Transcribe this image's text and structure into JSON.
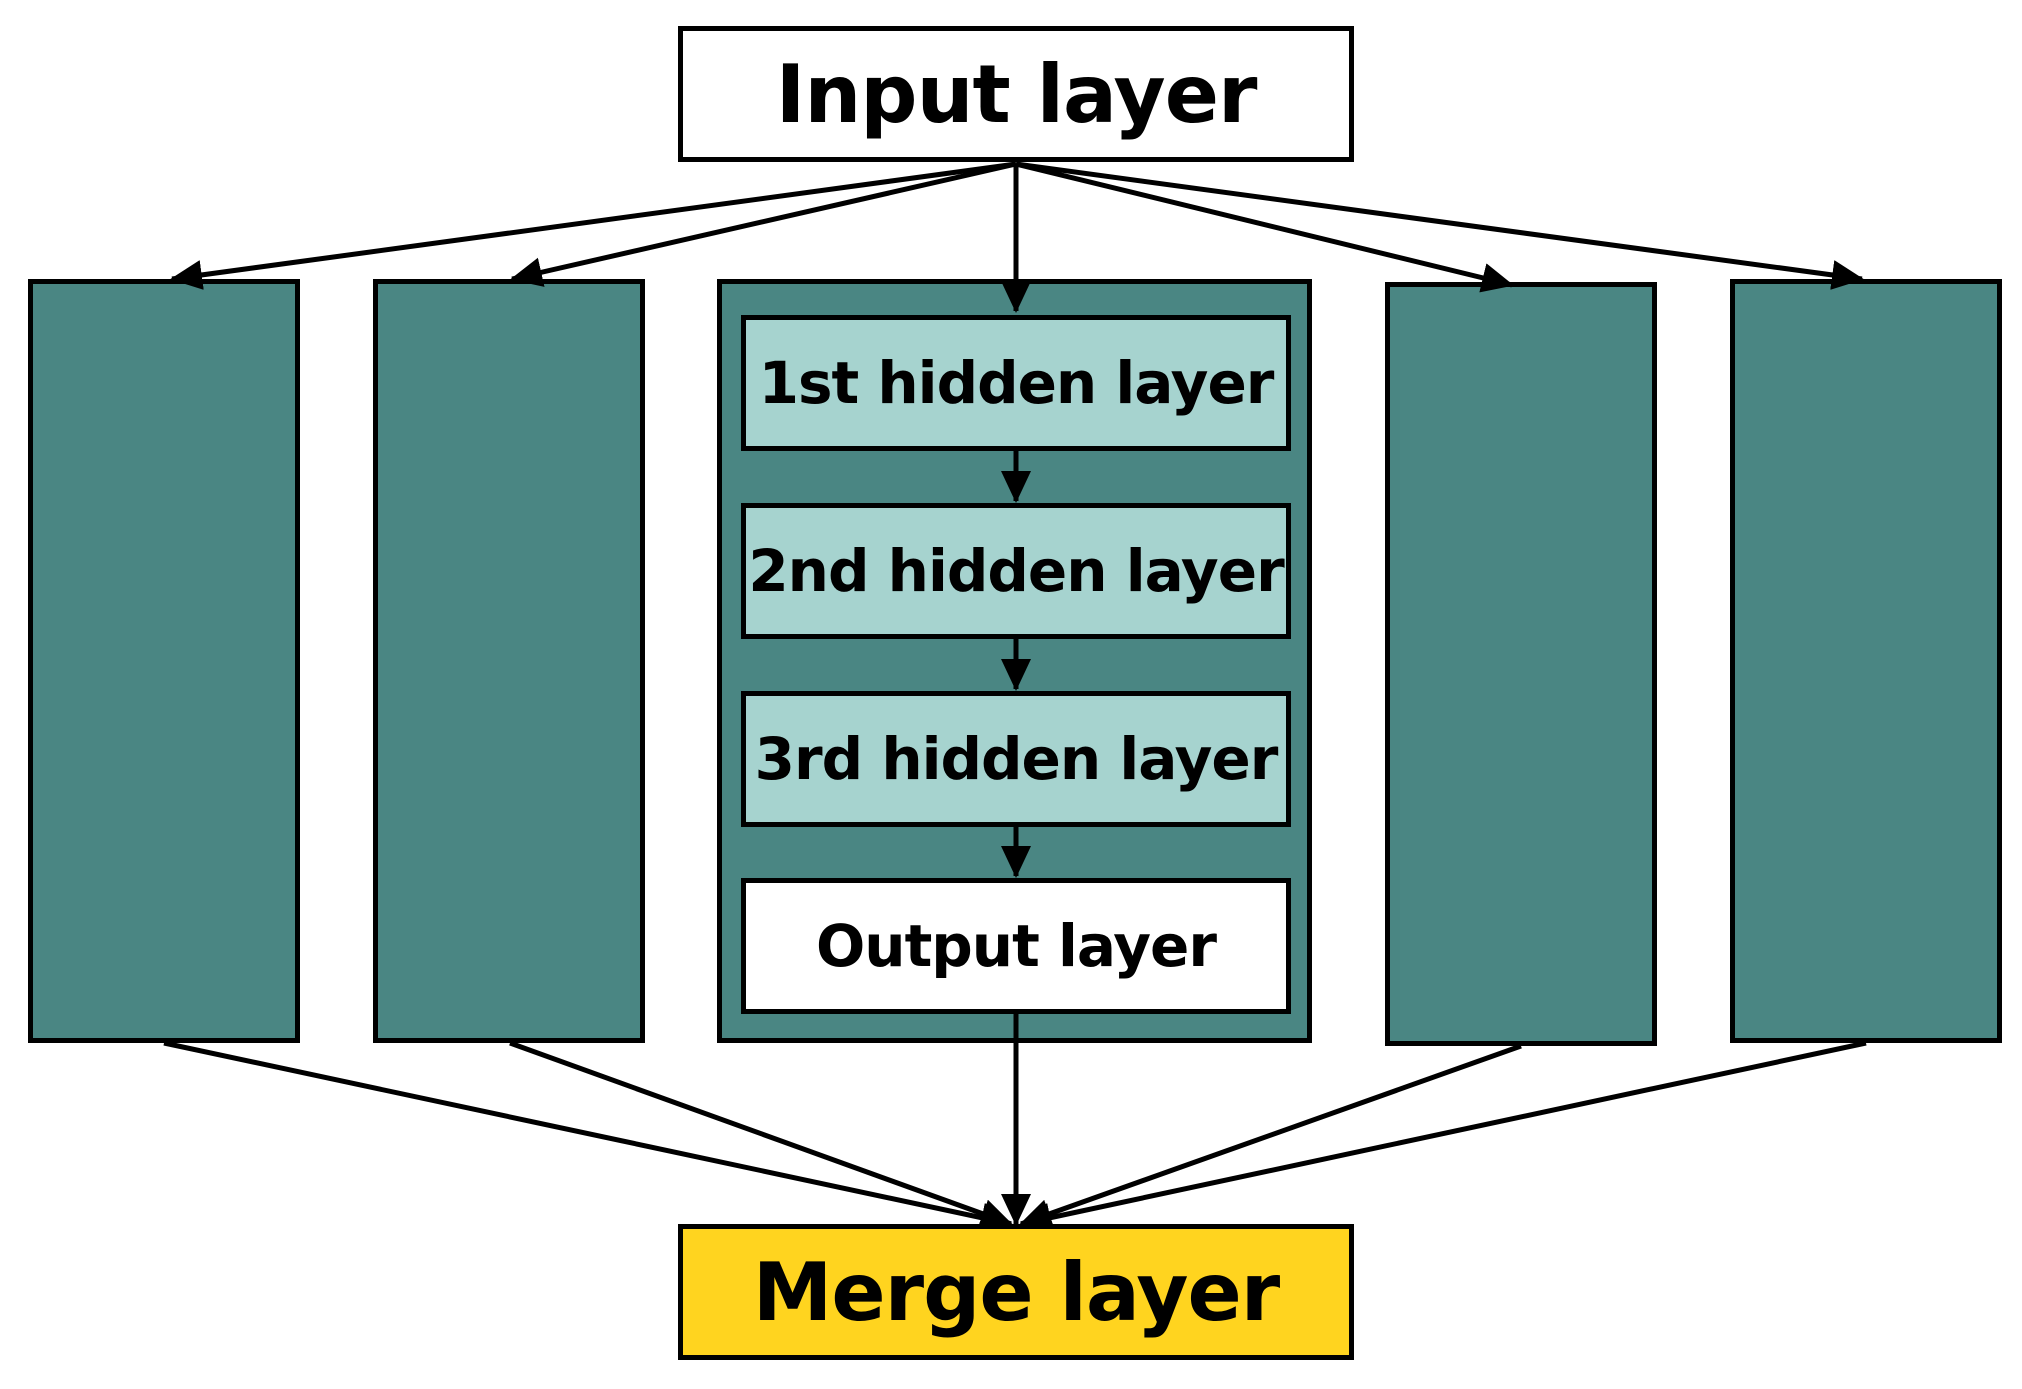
{
  "colors": {
    "column_fill": "#4a8683",
    "hidden_fill": "#a6d3cf",
    "output_fill": "#ffffff",
    "merge_fill": "#ffd41f",
    "line": "#000000"
  },
  "input_label": "Input layer",
  "hidden_layers": [
    "1st hidden layer",
    "2nd hidden layer",
    "3rd hidden layer"
  ],
  "output_label": "Output layer",
  "merge_label": "Merge layer"
}
